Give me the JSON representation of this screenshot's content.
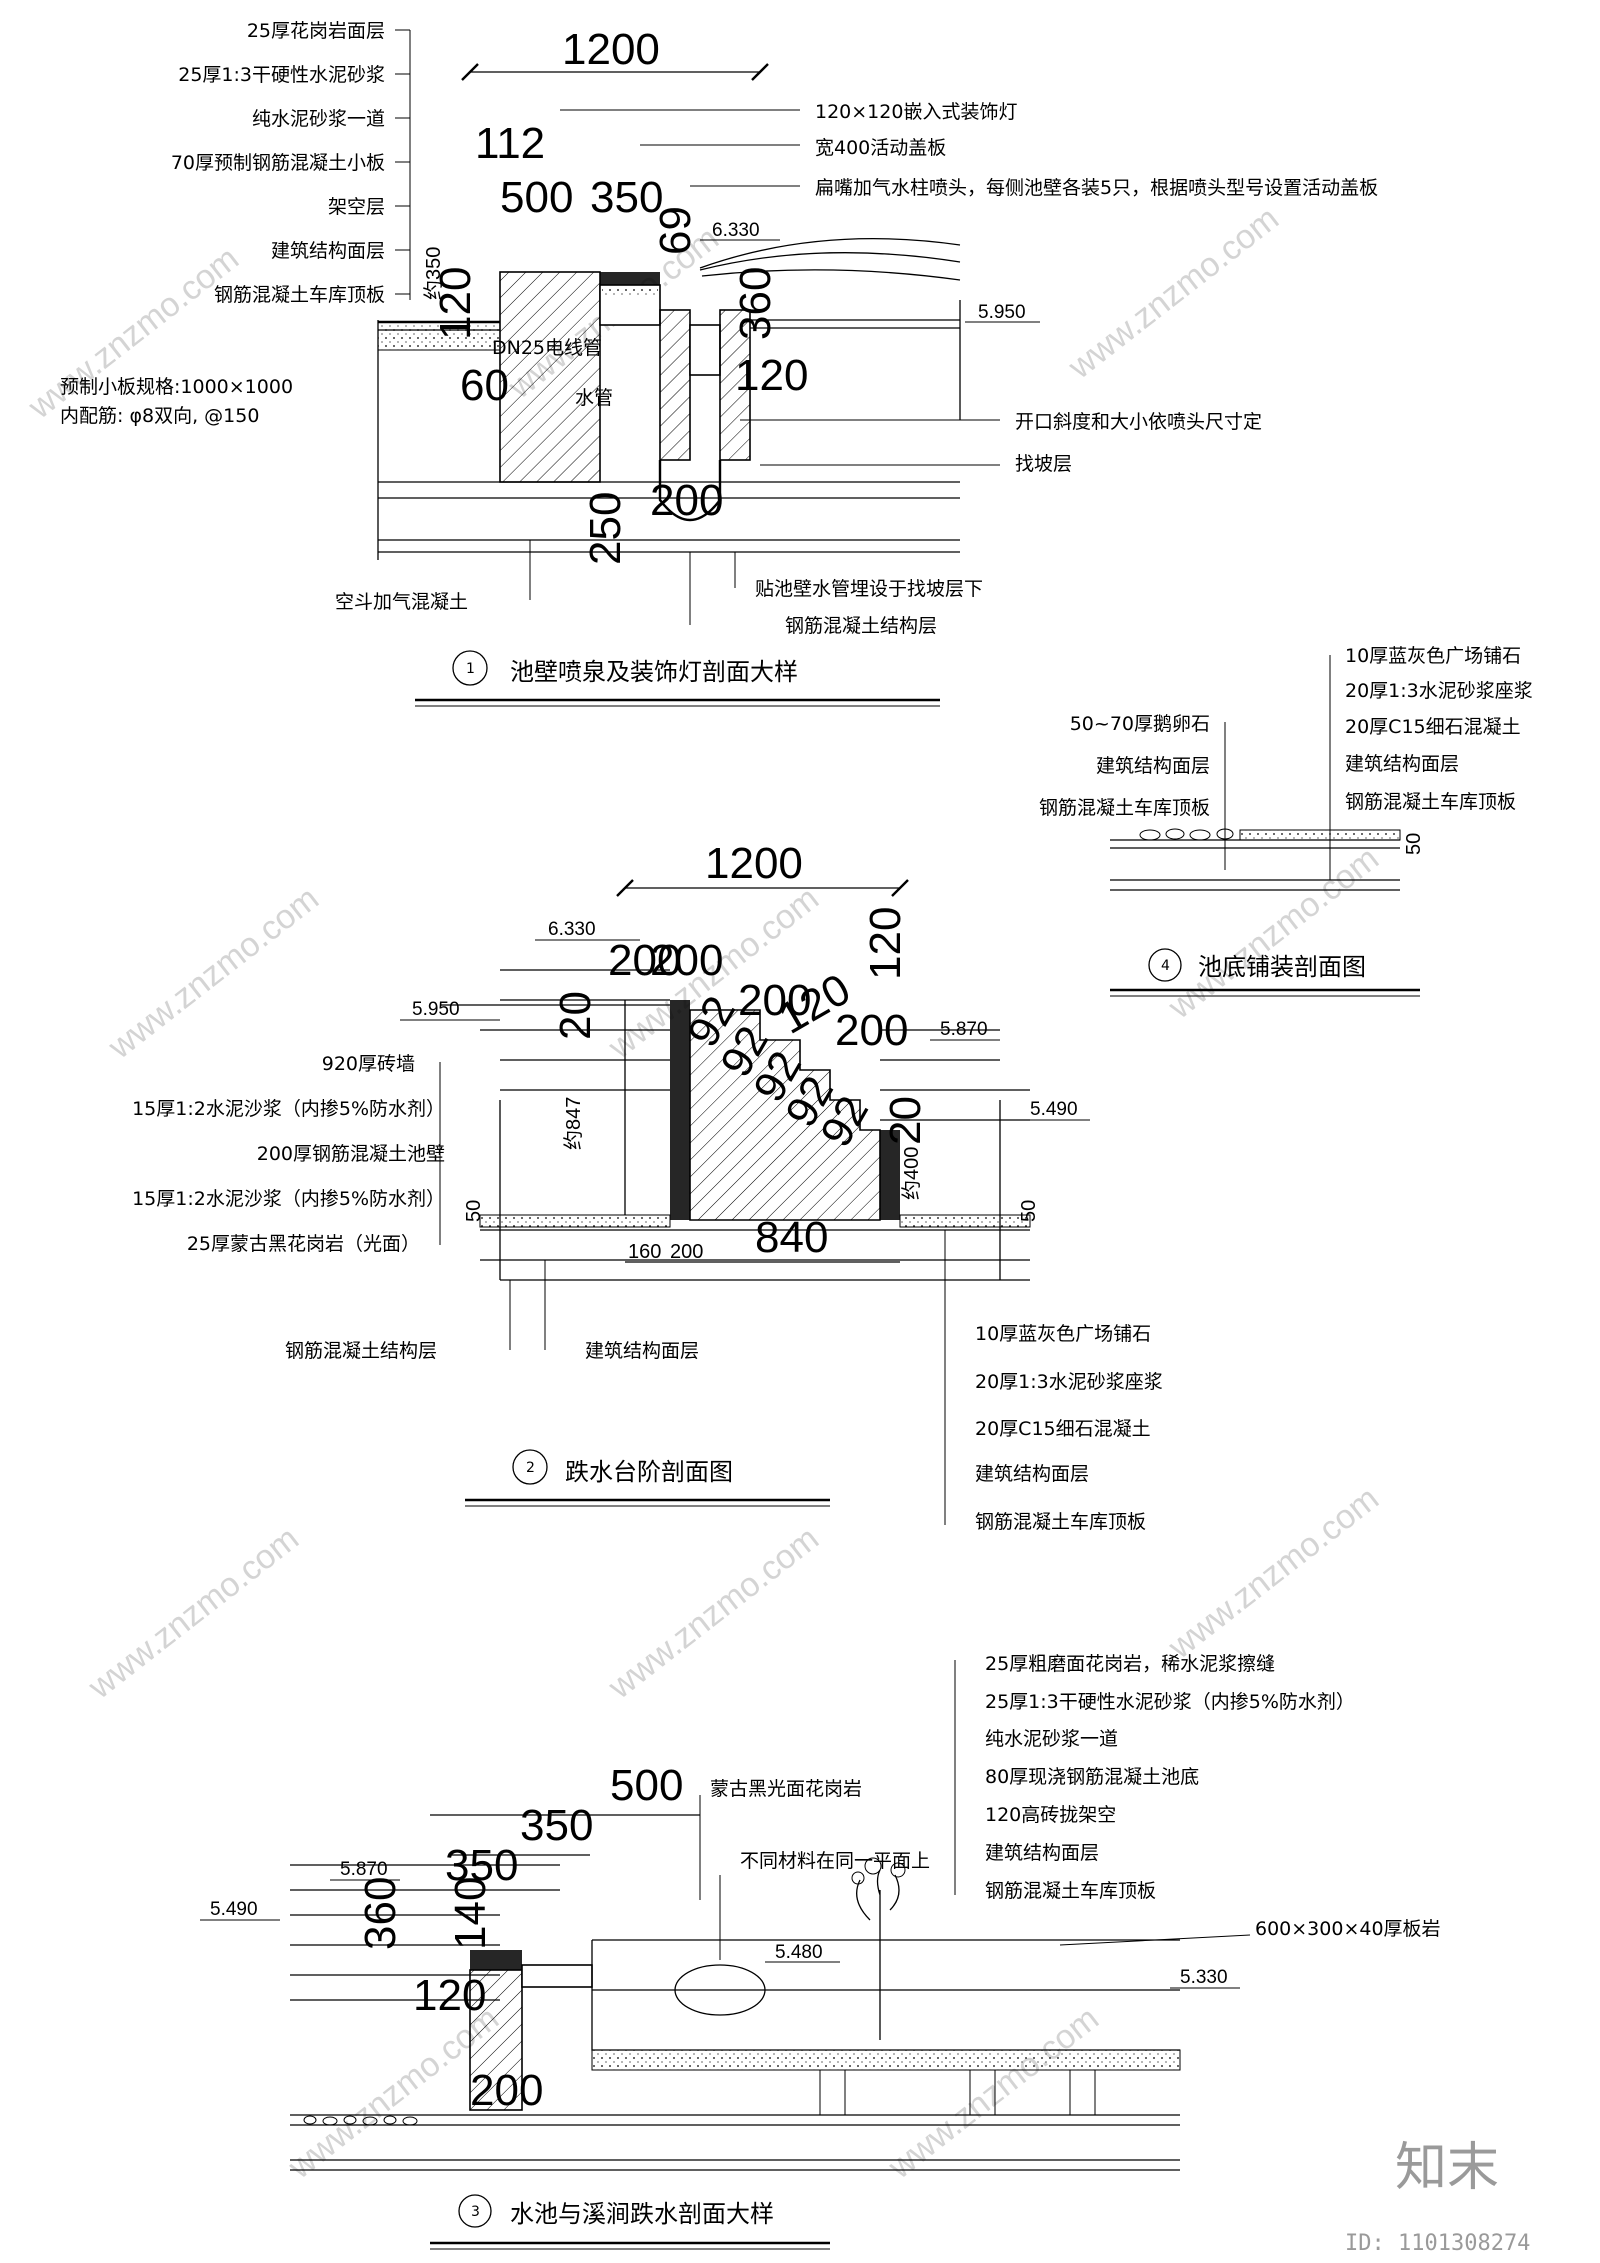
{
  "section1": {
    "title": "池壁喷泉及装饰灯剖面大样",
    "number": "1",
    "left_labels": [
      "25厚花岗岩面层",
      "25厚1:3干硬性水泥砂浆",
      "纯水泥砂浆一道",
      "70厚预制钢筋混凝土小板",
      "架空层",
      "建筑结构面层",
      "钢筋混凝土车库顶板"
    ],
    "spec_note": [
      "预制小板规格:1000×1000",
      "内配筋: φ8双向, @150"
    ],
    "right_labels": [
      "120×120嵌入式装饰灯",
      "宽400活动盖板",
      "扁嘴加气水柱喷头，每侧池壁各装5只，根据喷头型号设置活动盖板"
    ],
    "right_lower_labels": [
      "开口斜度和大小依喷头尺寸定",
      "找坡层"
    ],
    "bottom_labels": [
      "空斗加气混凝土",
      "贴池壁水管埋设于找坡层下",
      "钢筋混凝土结构层"
    ],
    "inner_labels": [
      "DN25电线管",
      "水管",
      "约350"
    ],
    "dims": [
      "1200",
      "112",
      "500",
      "350",
      "120",
      "60",
      "69",
      "360",
      "120",
      "250",
      "200"
    ],
    "elevations": [
      "6.330",
      "5.950"
    ]
  },
  "section2": {
    "title": "跌水台阶剖面图",
    "number": "2",
    "left_labels": [
      "920厚砖墙",
      "15厚1:2水泥沙浆（内掺5%防水剂）",
      "200厚钢筋混凝土池壁",
      "15厚1:2水泥沙浆（内掺5%防水剂）",
      "25厚蒙古黑花岗岩（光面）"
    ],
    "bottom_labels": [
      "钢筋混凝土结构层",
      "建筑结构面层"
    ],
    "right_labels": [
      "10厚蓝灰色广场铺石",
      "20厚1:3水泥砂浆座浆",
      "20厚C15细石混凝土",
      "建筑结构面层",
      "钢筋混凝土车库顶板"
    ],
    "dims": [
      "1200",
      "200",
      "200",
      "20",
      "120",
      "200",
      "120",
      "200",
      "92",
      "92",
      "92",
      "92",
      "92",
      "20",
      "840",
      "160",
      "200",
      "约847",
      "约400",
      "50",
      "50"
    ],
    "elevations": [
      "6.330",
      "5.950",
      "5.870",
      "5.490"
    ]
  },
  "section3": {
    "title": "水池与溪涧跌水剖面大样",
    "number": "3",
    "right_labels": [
      "25厚粗磨面花岗岩，稀水泥浆擦缝",
      "25厚1:3干硬性水泥砂浆（内掺5%防水剂）",
      "纯水泥砂浆一道",
      "80厚现浇钢筋混凝土池底",
      "120高砖拢架空",
      "建筑结构面层",
      "钢筋混凝土车库顶板"
    ],
    "top_labels": [
      "蒙古黑光面花岗岩",
      "不同材料在同一平面上"
    ],
    "slab_label": "600×300×40厚板岩",
    "dims": [
      "500",
      "350",
      "350",
      "360",
      "140",
      "120",
      "200"
    ],
    "elevations": [
      "5.870",
      "5.490",
      "5.480",
      "5.330"
    ]
  },
  "section4": {
    "title": "池底铺装剖面图",
    "number": "4",
    "left_labels": [
      "50~70厚鹅卵石",
      "建筑结构面层",
      "钢筋混凝土车库顶板"
    ],
    "right_labels": [
      "10厚蓝灰色广场铺石",
      "20厚1:3水泥砂浆座浆",
      "20厚C15细石混凝土",
      "建筑结构面层",
      "钢筋混凝土车库顶板"
    ],
    "dims": [
      "50"
    ]
  },
  "watermark": {
    "text": "www.znzmo.com",
    "brand": "知末",
    "id": "ID: 1101308274"
  }
}
